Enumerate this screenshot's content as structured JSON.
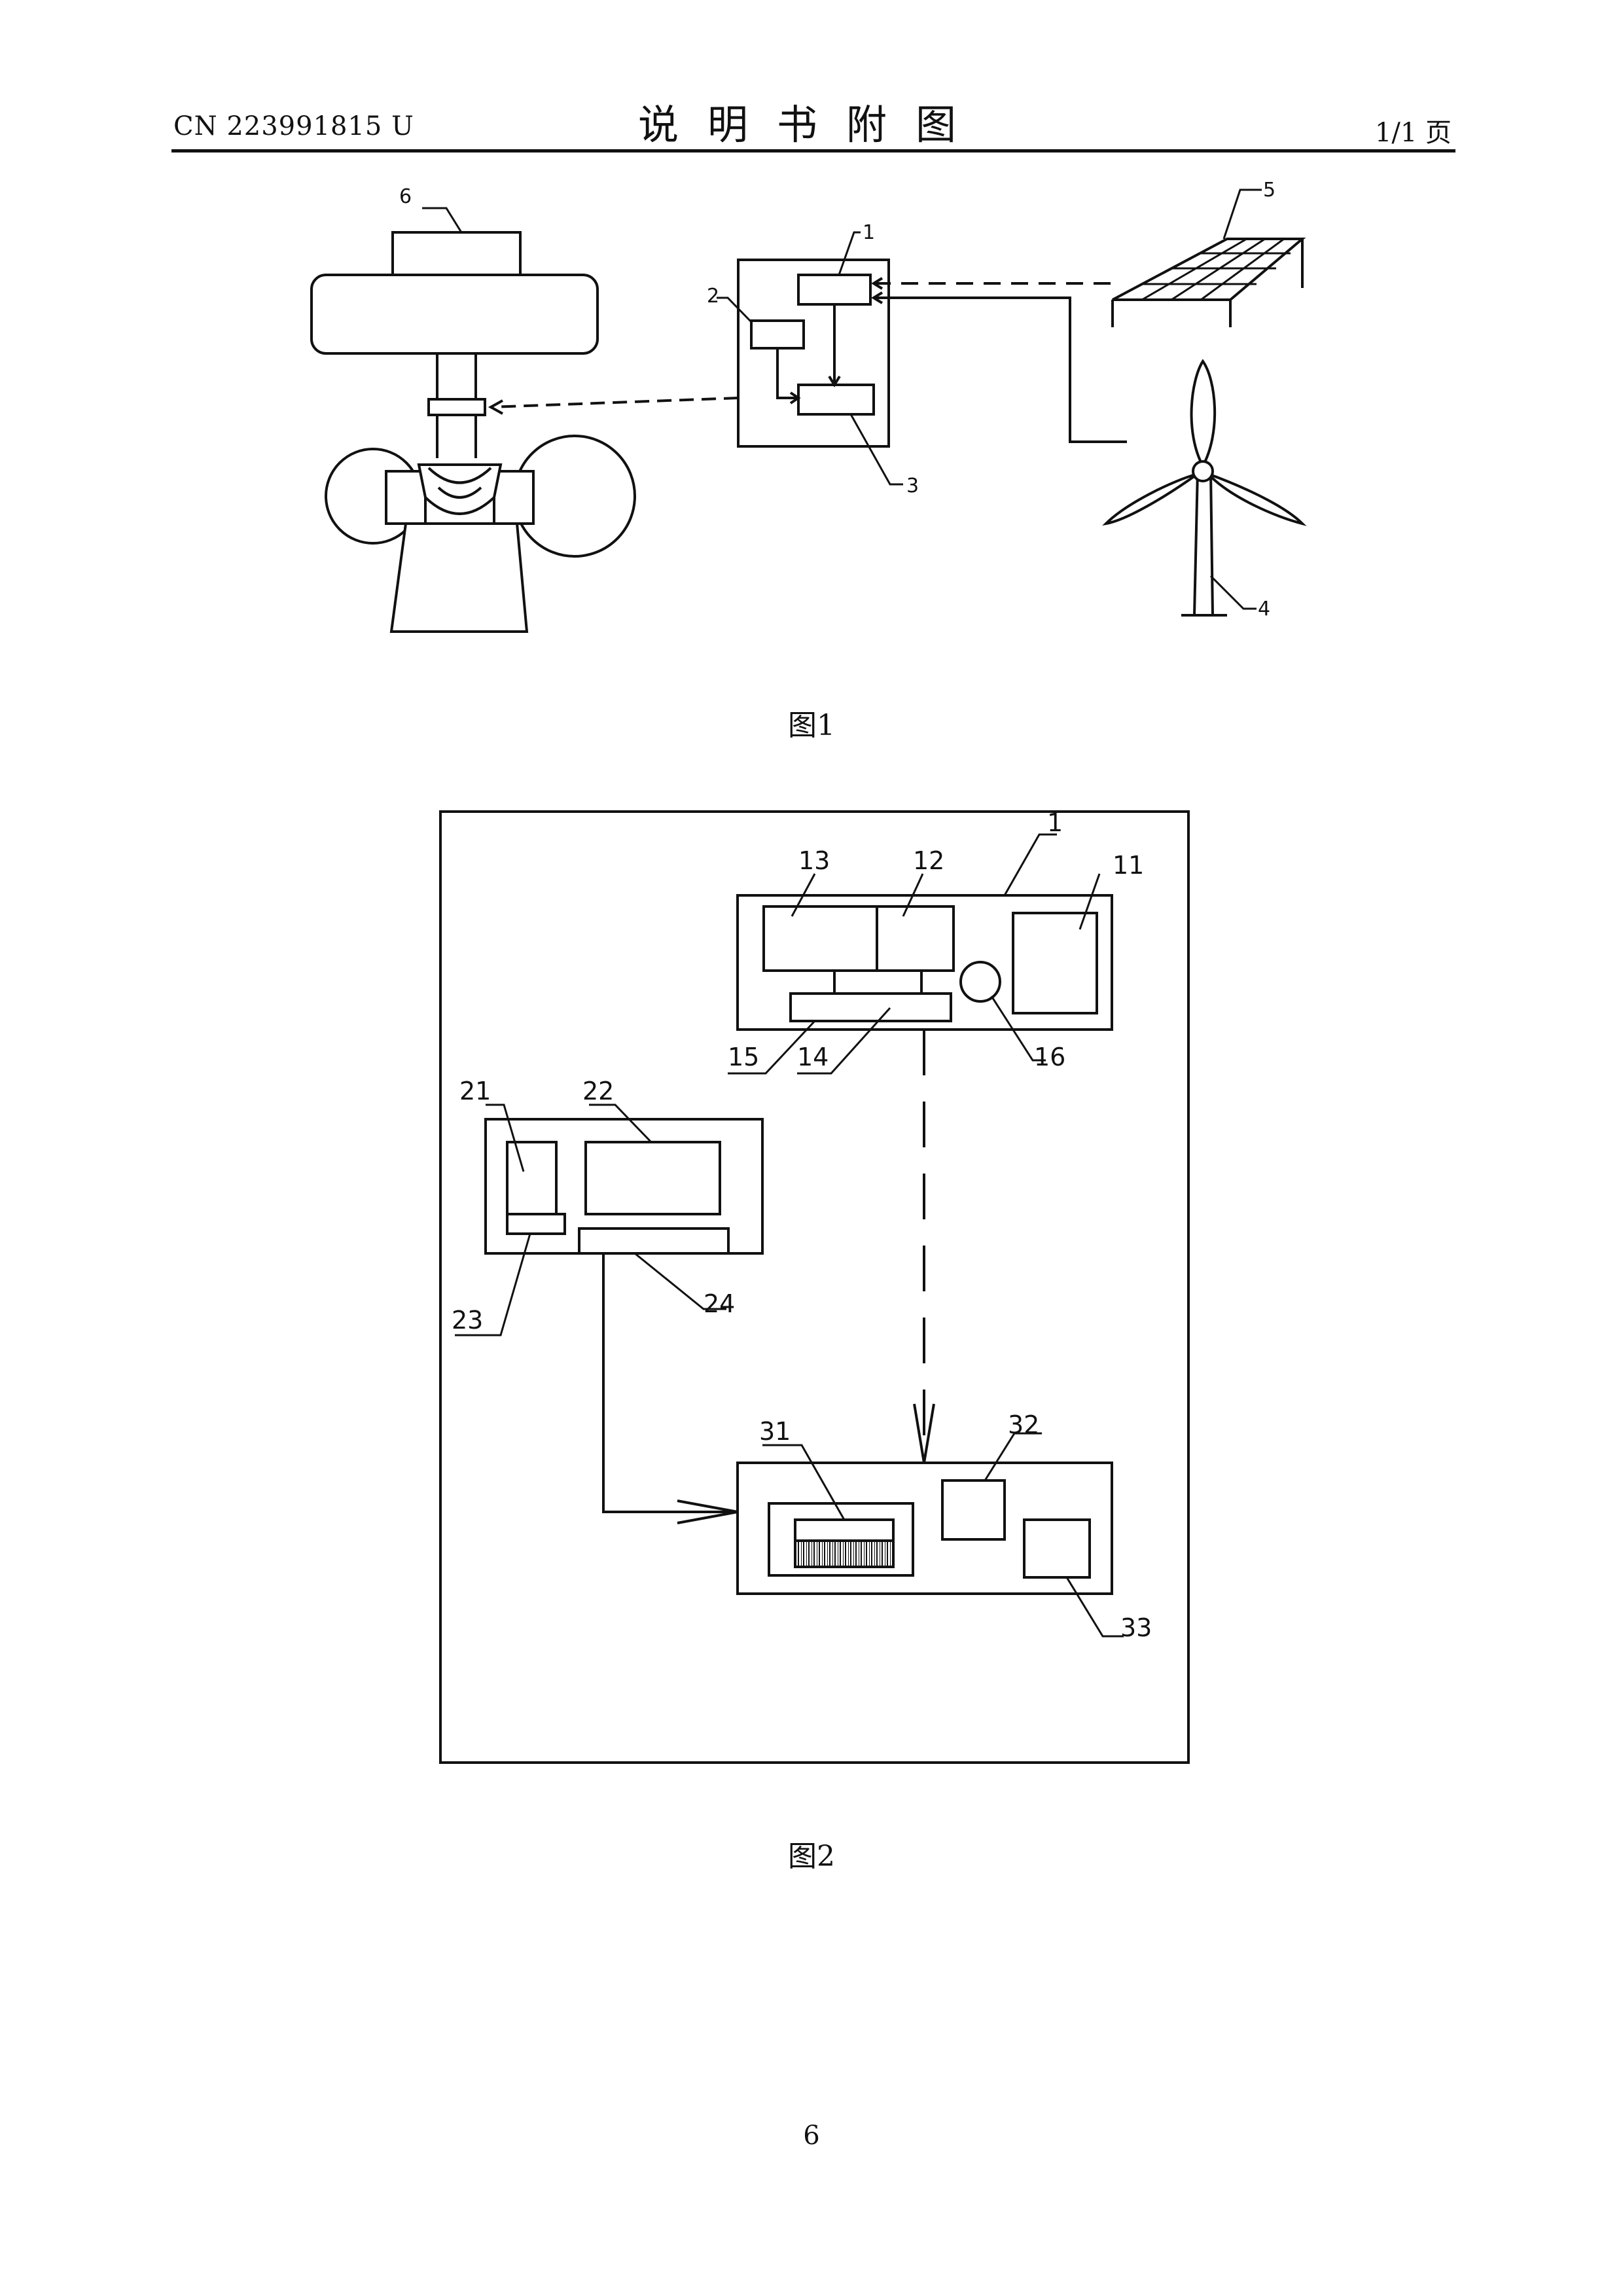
{
  "header": {
    "doc_number": "CN 223991815 U",
    "title": "说明书附图",
    "page_of": "1/1 页"
  },
  "figure1": {
    "caption": "图1",
    "labels": {
      "l1": "1",
      "l2": "2",
      "l3": "3",
      "l4": "4",
      "l5": "5",
      "l6": "6"
    }
  },
  "figure2": {
    "caption": "图2",
    "labels": {
      "l1": "1",
      "l11": "11",
      "l12": "12",
      "l13": "13",
      "l14": "14",
      "l15": "15",
      "l16": "16",
      "l21": "21",
      "l22": "22",
      "l23": "23",
      "l24": "24",
      "l31": "31",
      "l32": "32",
      "l33": "33"
    }
  },
  "footer": {
    "page_number": "6"
  }
}
